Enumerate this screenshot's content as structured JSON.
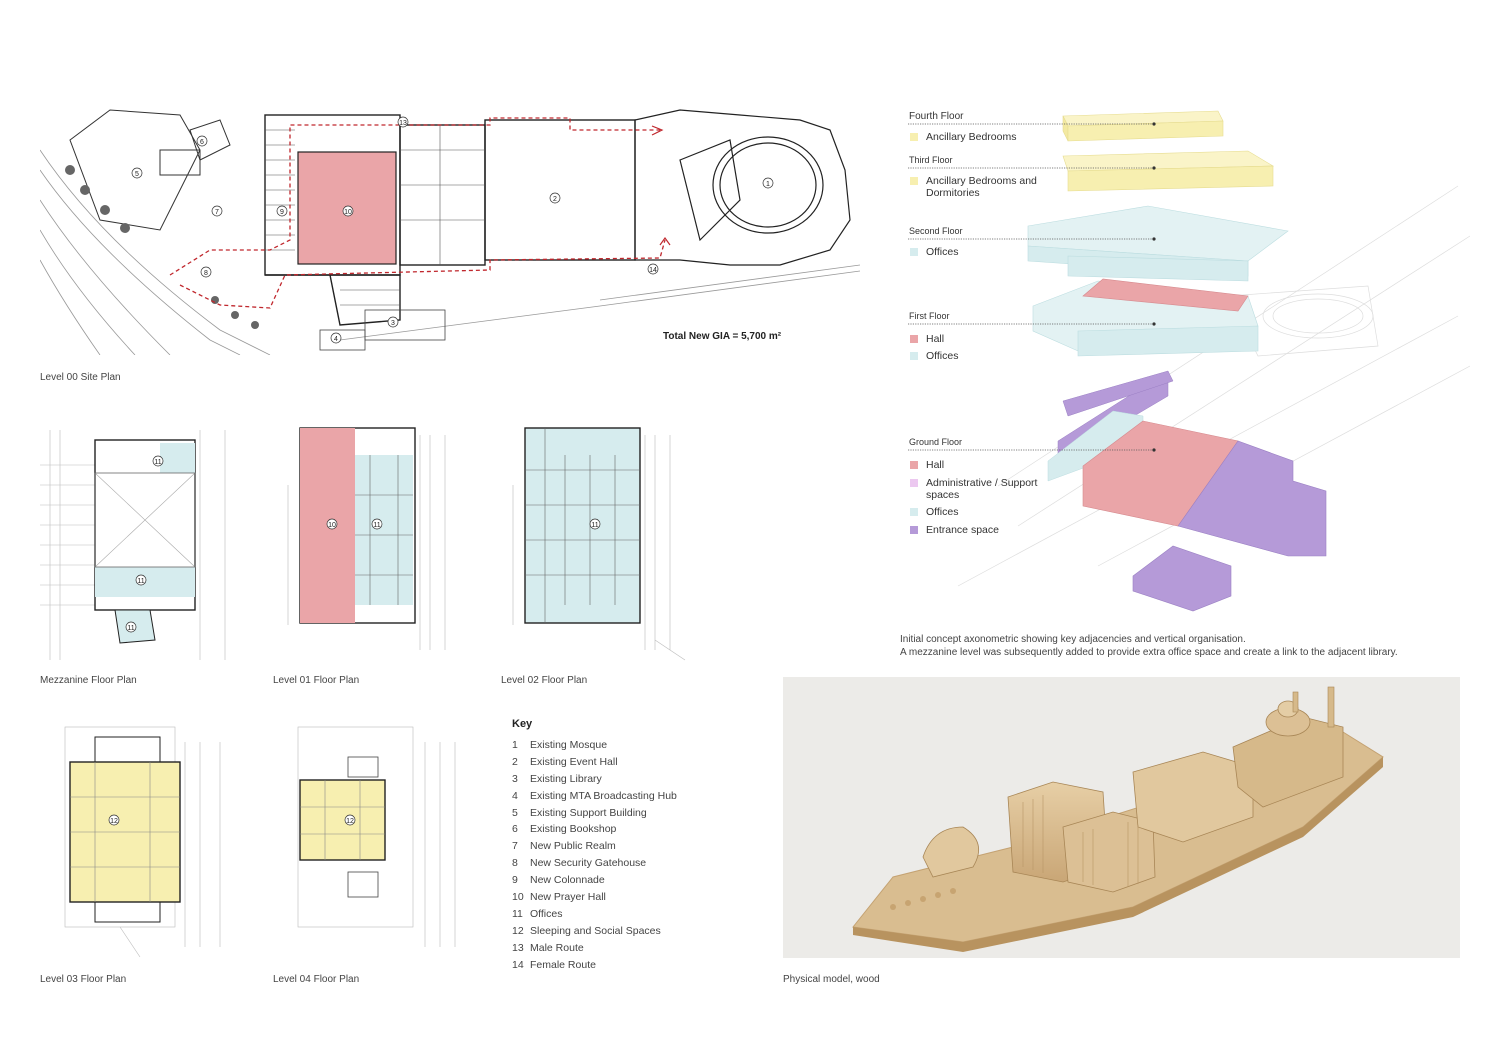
{
  "site_plan": {
    "caption": "Level 00 Site Plan",
    "gia_label": "Total New GIA = 5,700 m²",
    "markers": [
      "1",
      "2",
      "3",
      "4",
      "5",
      "6",
      "7",
      "8",
      "9",
      "10",
      "13",
      "14"
    ]
  },
  "floor_plans": [
    {
      "caption": "Mezzanine Floor Plan",
      "markers": [
        "11",
        "11",
        "11"
      ]
    },
    {
      "caption": "Level 01 Floor Plan",
      "markers": [
        "10",
        "11"
      ]
    },
    {
      "caption": "Level 02 Floor Plan",
      "markers": [
        "11"
      ]
    },
    {
      "caption": "Level 03 Floor Plan",
      "markers": [
        "12"
      ]
    },
    {
      "caption": "Level 04 Floor Plan",
      "markers": [
        "12"
      ]
    }
  ],
  "key": {
    "title": "Key",
    "items": [
      {
        "num": "1",
        "label": "Existing Mosque"
      },
      {
        "num": "2",
        "label": "Existing Event Hall"
      },
      {
        "num": "3",
        "label": "Existing Library"
      },
      {
        "num": "4",
        "label": "Existing MTA Broadcasting Hub"
      },
      {
        "num": "5",
        "label": "Existing Support Building"
      },
      {
        "num": "6",
        "label": "Existing Bookshop"
      },
      {
        "num": "7",
        "label": "New Public Realm"
      },
      {
        "num": "8",
        "label": "New Security Gatehouse"
      },
      {
        "num": "9",
        "label": "New Colonnade"
      },
      {
        "num": "10",
        "label": "New Prayer Hall"
      },
      {
        "num": "11",
        "label": "Offices"
      },
      {
        "num": "12",
        "label": "Sleeping and Social Spaces"
      },
      {
        "num": "13",
        "label": "Male Route"
      },
      {
        "num": "14",
        "label": "Female Route"
      }
    ]
  },
  "axonometric": {
    "floors": [
      {
        "name": "Fourth Floor",
        "legend": [
          {
            "label": "Ancillary Bedrooms",
            "color": "#f7efb0"
          }
        ]
      },
      {
        "name": "Third Floor",
        "legend": [
          {
            "label": "Ancillary Bedrooms and Dormitories",
            "color": "#f7efb0"
          }
        ]
      },
      {
        "name": "Second Floor",
        "legend": [
          {
            "label": "Offices",
            "color": "#d6ecee"
          }
        ]
      },
      {
        "name": "First Floor",
        "legend": [
          {
            "label": "Hall",
            "color": "#eaa5a8"
          },
          {
            "label": "Offices",
            "color": "#d6ecee"
          }
        ]
      },
      {
        "name": "Ground Floor",
        "legend": [
          {
            "label": "Hall",
            "color": "#eaa5a8"
          },
          {
            "label": "Administrative  / Support spaces",
            "color": "#ecc8f0"
          },
          {
            "label": "Offices",
            "color": "#d6ecee"
          },
          {
            "label": "Entrance space",
            "color": "#b59ad8"
          }
        ]
      }
    ],
    "caption_line1": "Initial concept axonometric showing key adjacencies and vertical organisation.",
    "caption_line2": "A mezzanine level was subsequently added to provide extra office space and create a link to the adjacent library."
  },
  "model": {
    "caption": "Physical model, wood"
  },
  "colors": {
    "hall": "#eaa5a8",
    "offices": "#d6ecee",
    "bedrooms": "#f7efb0",
    "entrance": "#b59ad8",
    "admin": "#ecc8f0",
    "route": "#c0272d",
    "wood": "#d9b98c"
  }
}
